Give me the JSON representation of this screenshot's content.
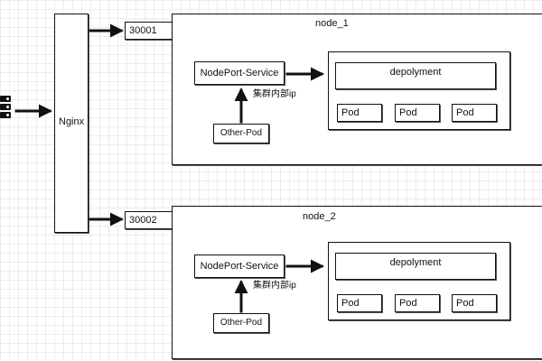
{
  "nginx": {
    "label": "Nginx"
  },
  "ports": {
    "port1": "30001",
    "port2": "30002"
  },
  "nodes": [
    {
      "title": "node_1",
      "service": "NodePort-Service",
      "deployment": "depolyment",
      "pods": [
        "Pod",
        "Pod",
        "Pod"
      ],
      "other_pod": "Other-Pod",
      "cluster_ip_label": "集群内部ip"
    },
    {
      "title": "node_2",
      "service": "NodePort-Service",
      "deployment": "depolyment",
      "pods": [
        "Pod",
        "Pod",
        "Pod"
      ],
      "other_pod": "Other-Pod",
      "cluster_ip_label": "集群内部ip"
    }
  ],
  "icons": {
    "client": "server-stack-icon"
  }
}
